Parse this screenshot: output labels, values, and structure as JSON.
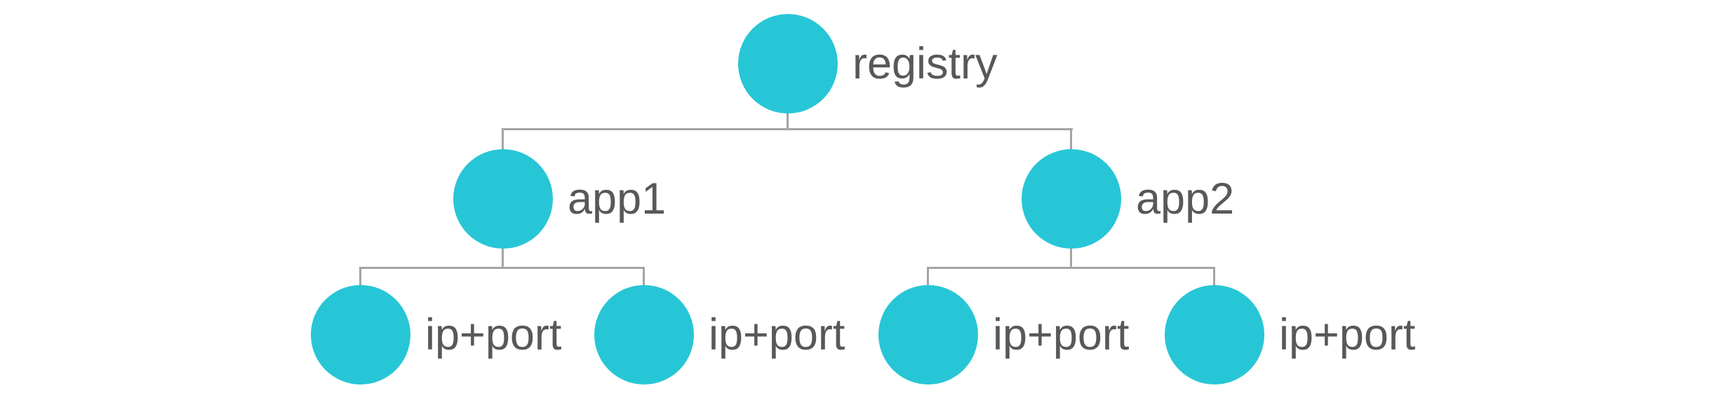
{
  "diagram": {
    "type": "tree",
    "background_color": "#ffffff",
    "node_color": "#27c6d6",
    "line_color": "#a4a4a4",
    "label_color": "#58585a",
    "tree": {
      "label": "registry",
      "children": [
        {
          "label": "app1",
          "children": [
            {
              "label": "ip+port"
            },
            {
              "label": "ip+port"
            }
          ]
        },
        {
          "label": "app2",
          "children": [
            {
              "label": "ip+port"
            },
            {
              "label": "ip+port"
            }
          ]
        }
      ]
    }
  }
}
